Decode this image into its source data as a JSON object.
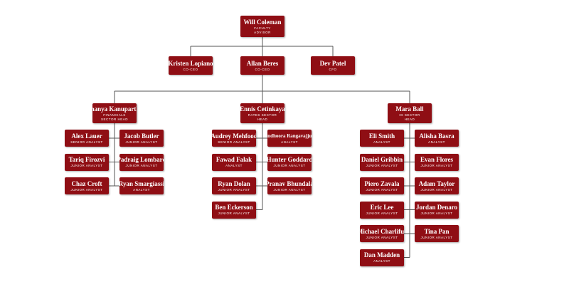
{
  "colors": {
    "box_fill": "#8f0e14",
    "connector": "#555555",
    "text": "#ffffff",
    "background": "#ffffff"
  },
  "org": {
    "top": {
      "name": "Will Coleman",
      "role": "FACULTY\nADVISOR"
    },
    "leadership": [
      {
        "name": "Kristen Lopiano",
        "role": "CO-CEO"
      },
      {
        "name": "Allan Beres",
        "role": "CO-CEO"
      },
      {
        "name": "Dev Patel",
        "role": "CFO"
      }
    ],
    "heads": [
      {
        "name": "Ananya Kanuparthy",
        "role": "FINANCIALS\nSECTOR HEAD"
      },
      {
        "name": "Ennis Cetinkaya",
        "role": "RATES SECTOR\nHEAD"
      },
      {
        "name": "Mara Ball",
        "role": "IG SECTOR\nHEAD"
      }
    ],
    "financials": [
      {
        "name": "Alex Lauer",
        "role": "SENIOR ANALYST"
      },
      {
        "name": "Jacob Butler",
        "role": "JUNIOR ANALYST"
      },
      {
        "name": "Tariq Firozvi",
        "role": "JUNIOR ANALYST"
      },
      {
        "name": "Padraig Lombard",
        "role": "JUNIOR ANALYST"
      },
      {
        "name": "Chaz Croft",
        "role": "JUNIOR ANALYST"
      },
      {
        "name": "Ryan Smargiassi",
        "role": "ANALYST"
      }
    ],
    "rates": [
      {
        "name": "Audrey Mehfood",
        "role": "SENIOR ANALYST"
      },
      {
        "name": "Sindhoora Rangavajjula",
        "role": "ANALYST"
      },
      {
        "name": "Fawad Falak",
        "role": "ANALYST"
      },
      {
        "name": "Hunter Goddard",
        "role": "JUNIOR ANALYST"
      },
      {
        "name": "Ryan Dolan",
        "role": "JUNIOR ANALYST"
      },
      {
        "name": "Pranav Bhundala",
        "role": "JUNIOR ANALYST"
      },
      {
        "name": "Ben Eckerson",
        "role": "JUNIOR ANALYST"
      }
    ],
    "ig": [
      {
        "name": "Eli Smith",
        "role": "ANALYST"
      },
      {
        "name": "Alisha Basra",
        "role": "ANALYST"
      },
      {
        "name": "Daniel Gribbin",
        "role": "JUNIOR ANALYST"
      },
      {
        "name": "Evan Flores",
        "role": "JUNIOR ANALYST"
      },
      {
        "name": "Piero Zavala",
        "role": "JUNIOR ANALYST"
      },
      {
        "name": "Adam Taylor",
        "role": "JUNIOR ANALYST"
      },
      {
        "name": "Eric Lee",
        "role": "JUNIOR ANALYST"
      },
      {
        "name": "Jordan Denaro",
        "role": "JUNIOR ANALYST"
      },
      {
        "name": "Michael Charlifue",
        "role": "JUNIOR ANALYST"
      },
      {
        "name": "Tina Pan",
        "role": "JUNIOR ANALYST"
      },
      {
        "name": "Dan Madden",
        "role": "ANALYST"
      }
    ]
  }
}
